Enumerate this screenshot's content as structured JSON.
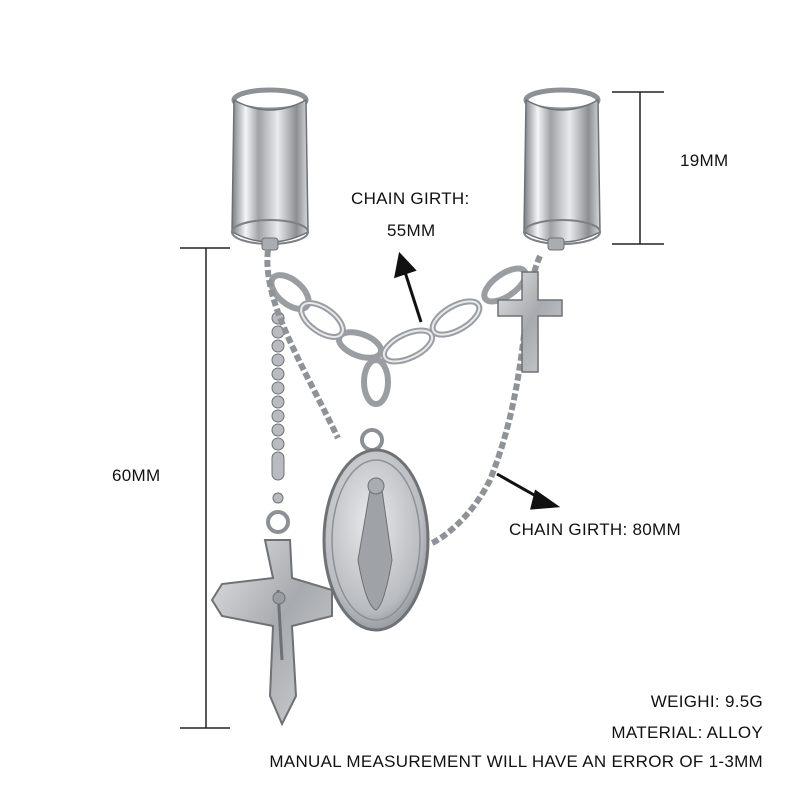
{
  "annotations": {
    "chain_girth_top_line1": "CHAIN GIRTH:",
    "chain_girth_top_line2": "55MM",
    "ring_height": "19MM",
    "drop_length": "60MM",
    "chain_girth_bottom": "CHAIN GIRTH: 80MM"
  },
  "specs": {
    "weight": "WEIGHI: 9.5G",
    "material": "MATERIAL: ALLOY",
    "note": "MANUAL MEASUREMENT WILL HAVE AN ERROR OF 1-3MM"
  },
  "colors": {
    "background": "#ffffff",
    "metal": "#c9cbcd",
    "metal_dark": "#6e7175",
    "text": "#111111"
  }
}
